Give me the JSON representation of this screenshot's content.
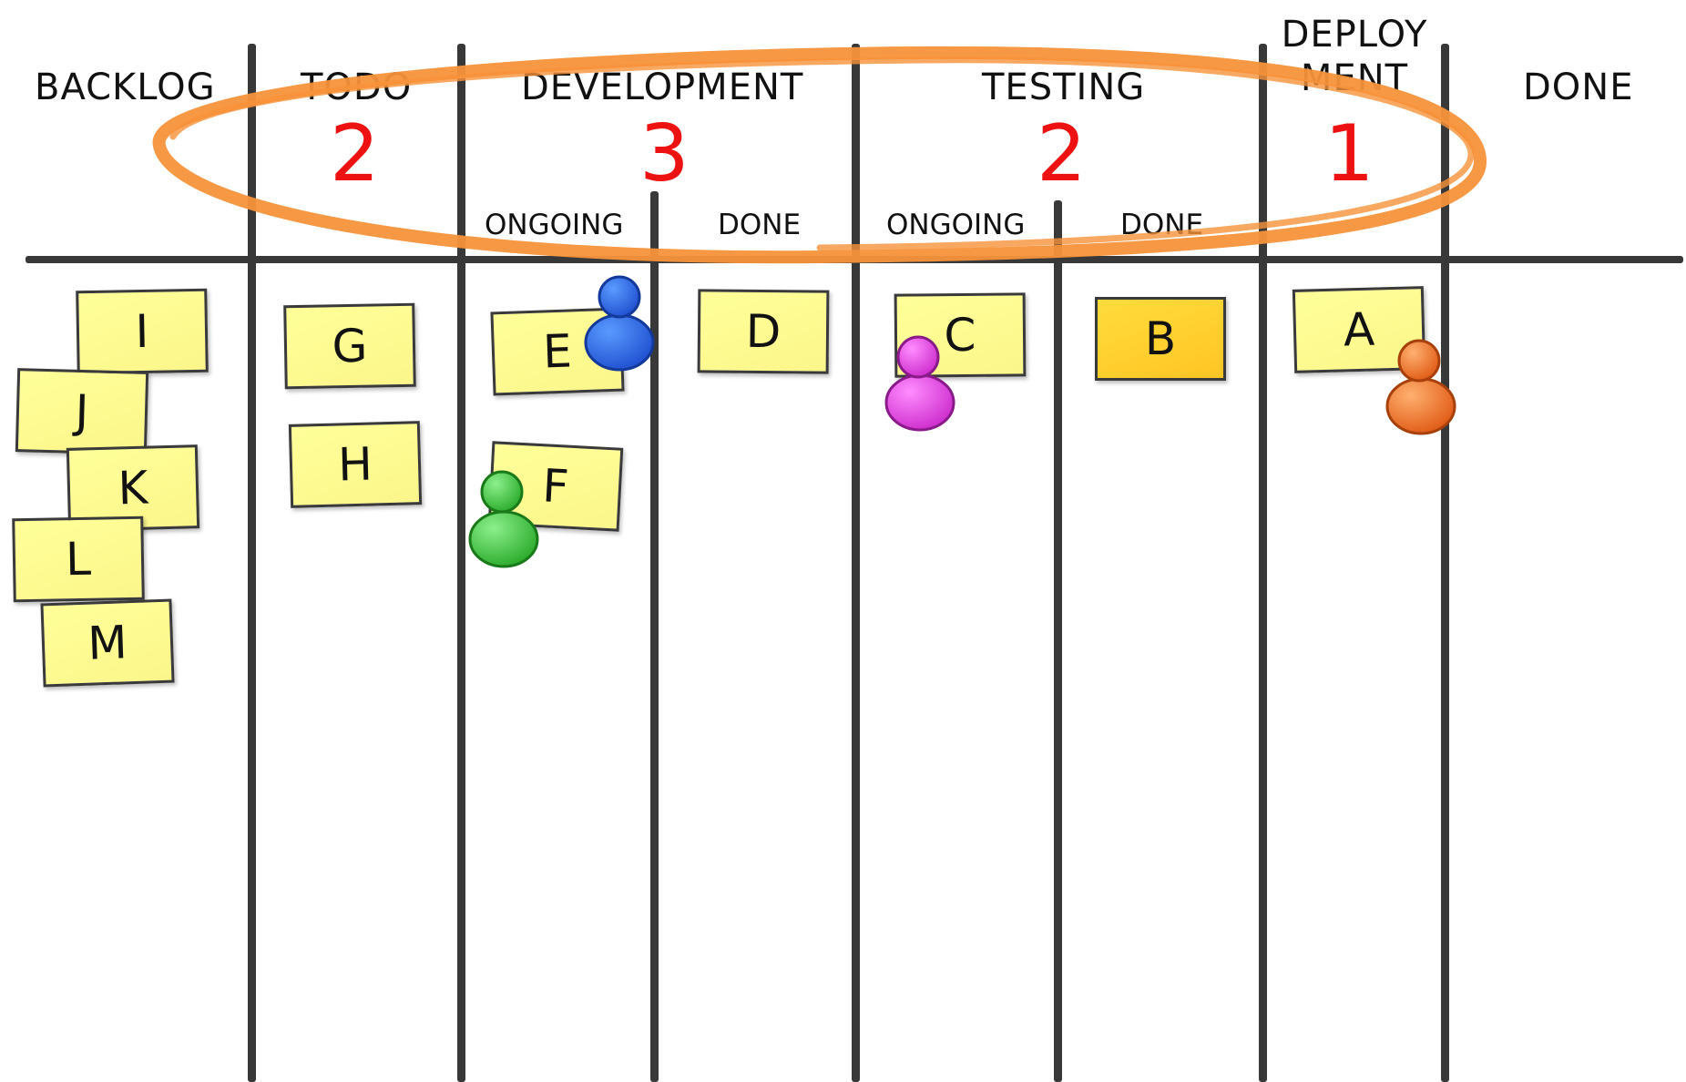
{
  "columns": {
    "backlog": "BACKLOG",
    "todo": "TODO",
    "development": "DEVELOPMENT",
    "testing": "TESTING",
    "deployment_line1": "DEPLOY",
    "deployment_line2": "MENT",
    "done": "DONE"
  },
  "subcolumns": {
    "dev_ongoing": "ONGOING",
    "dev_done": "DONE",
    "test_ongoing": "ONGOING",
    "test_done": "DONE"
  },
  "wip_limits": {
    "todo": "2",
    "development": "3",
    "testing": "2",
    "deployment": "1"
  },
  "cards": {
    "i": "I",
    "j": "J",
    "k": "K",
    "l": "L",
    "m": "M",
    "g": "G",
    "h": "H",
    "e": "E",
    "f": "F",
    "d": "D",
    "c": "C",
    "b": "B",
    "a": "A"
  },
  "colors": {
    "wip_ellipse": "#f7923a",
    "wip_number": "#ee1111",
    "sticky_note": "#ffff99",
    "sticky_note_highlight": "#ffcf2e",
    "person_blue": "#1f5fe0",
    "person_magenta": "#e040e0",
    "person_green": "#3cc83c",
    "person_orange": "#f57a2a"
  }
}
